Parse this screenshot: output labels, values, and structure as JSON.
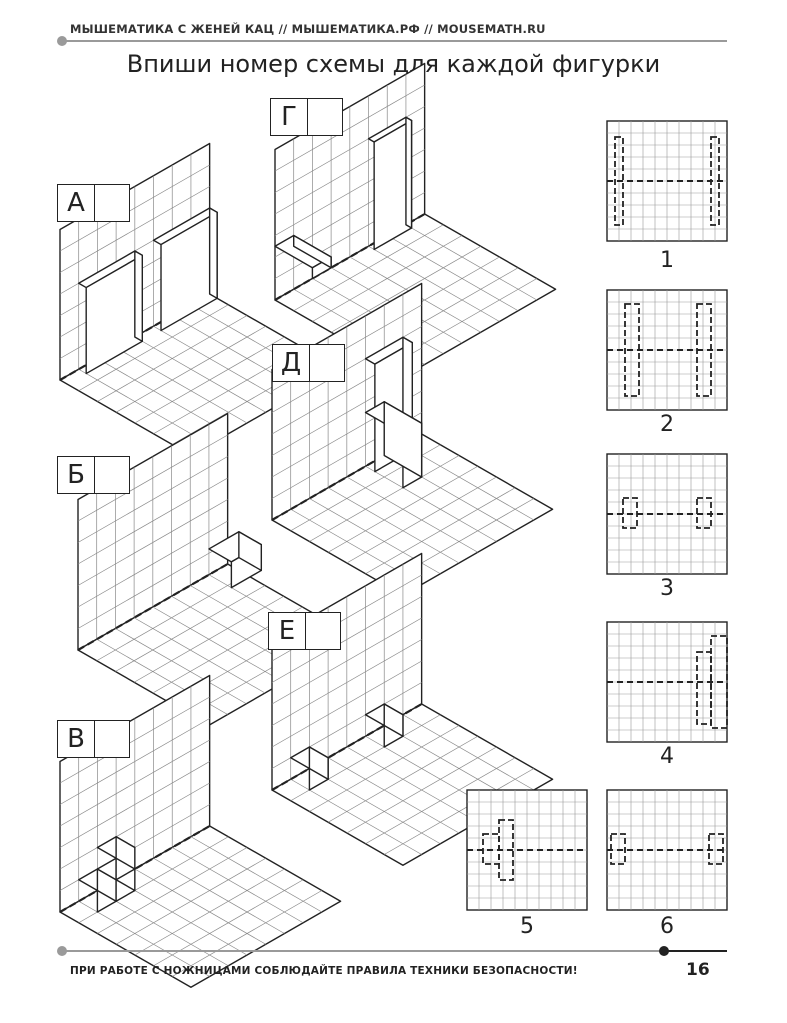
{
  "header": {
    "text": "МЫШЕМАТИКА С ЖЕНЕЙ КАЦ // МЫШЕМАТИКА.РФ // MOUSEMATH.RU"
  },
  "title": "Впиши номер схемы для каждой фигурки",
  "figures": [
    {
      "letter": "А"
    },
    {
      "letter": "Б"
    },
    {
      "letter": "В"
    },
    {
      "letter": "Г"
    },
    {
      "letter": "Д"
    },
    {
      "letter": "Е"
    }
  ],
  "schemes": [
    {
      "number": "1"
    },
    {
      "number": "2"
    },
    {
      "number": "3"
    },
    {
      "number": "4"
    },
    {
      "number": "5"
    },
    {
      "number": "6"
    }
  ],
  "footer": {
    "text": "ПРИ РАБОТЕ С НОЖНИЦАМИ СОБЛЮДАЙТЕ ПРАВИЛА ТЕХНИКИ БЕЗОПАСНОСТИ!",
    "page": "16"
  }
}
